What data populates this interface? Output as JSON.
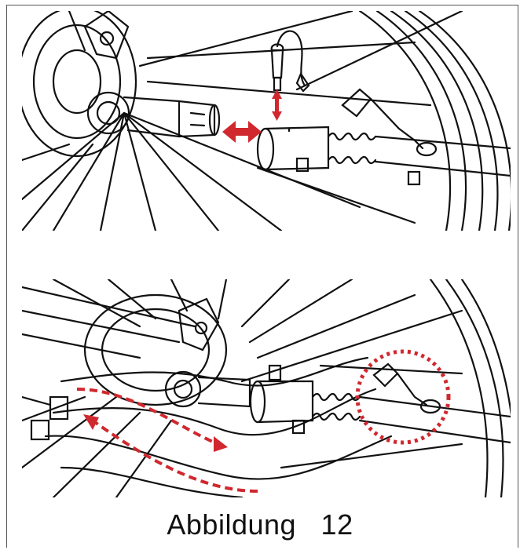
{
  "figure": {
    "caption_word": "Abbildung",
    "caption_number": "12"
  },
  "colors": {
    "line": "#111111",
    "accent": "#d0282e",
    "background": "#ffffff"
  },
  "panels": [
    {
      "id": "top",
      "content": "tow-bar-attachment-to-wheel-axle"
    },
    {
      "id": "bottom",
      "content": "safety-strap-routing"
    }
  ]
}
